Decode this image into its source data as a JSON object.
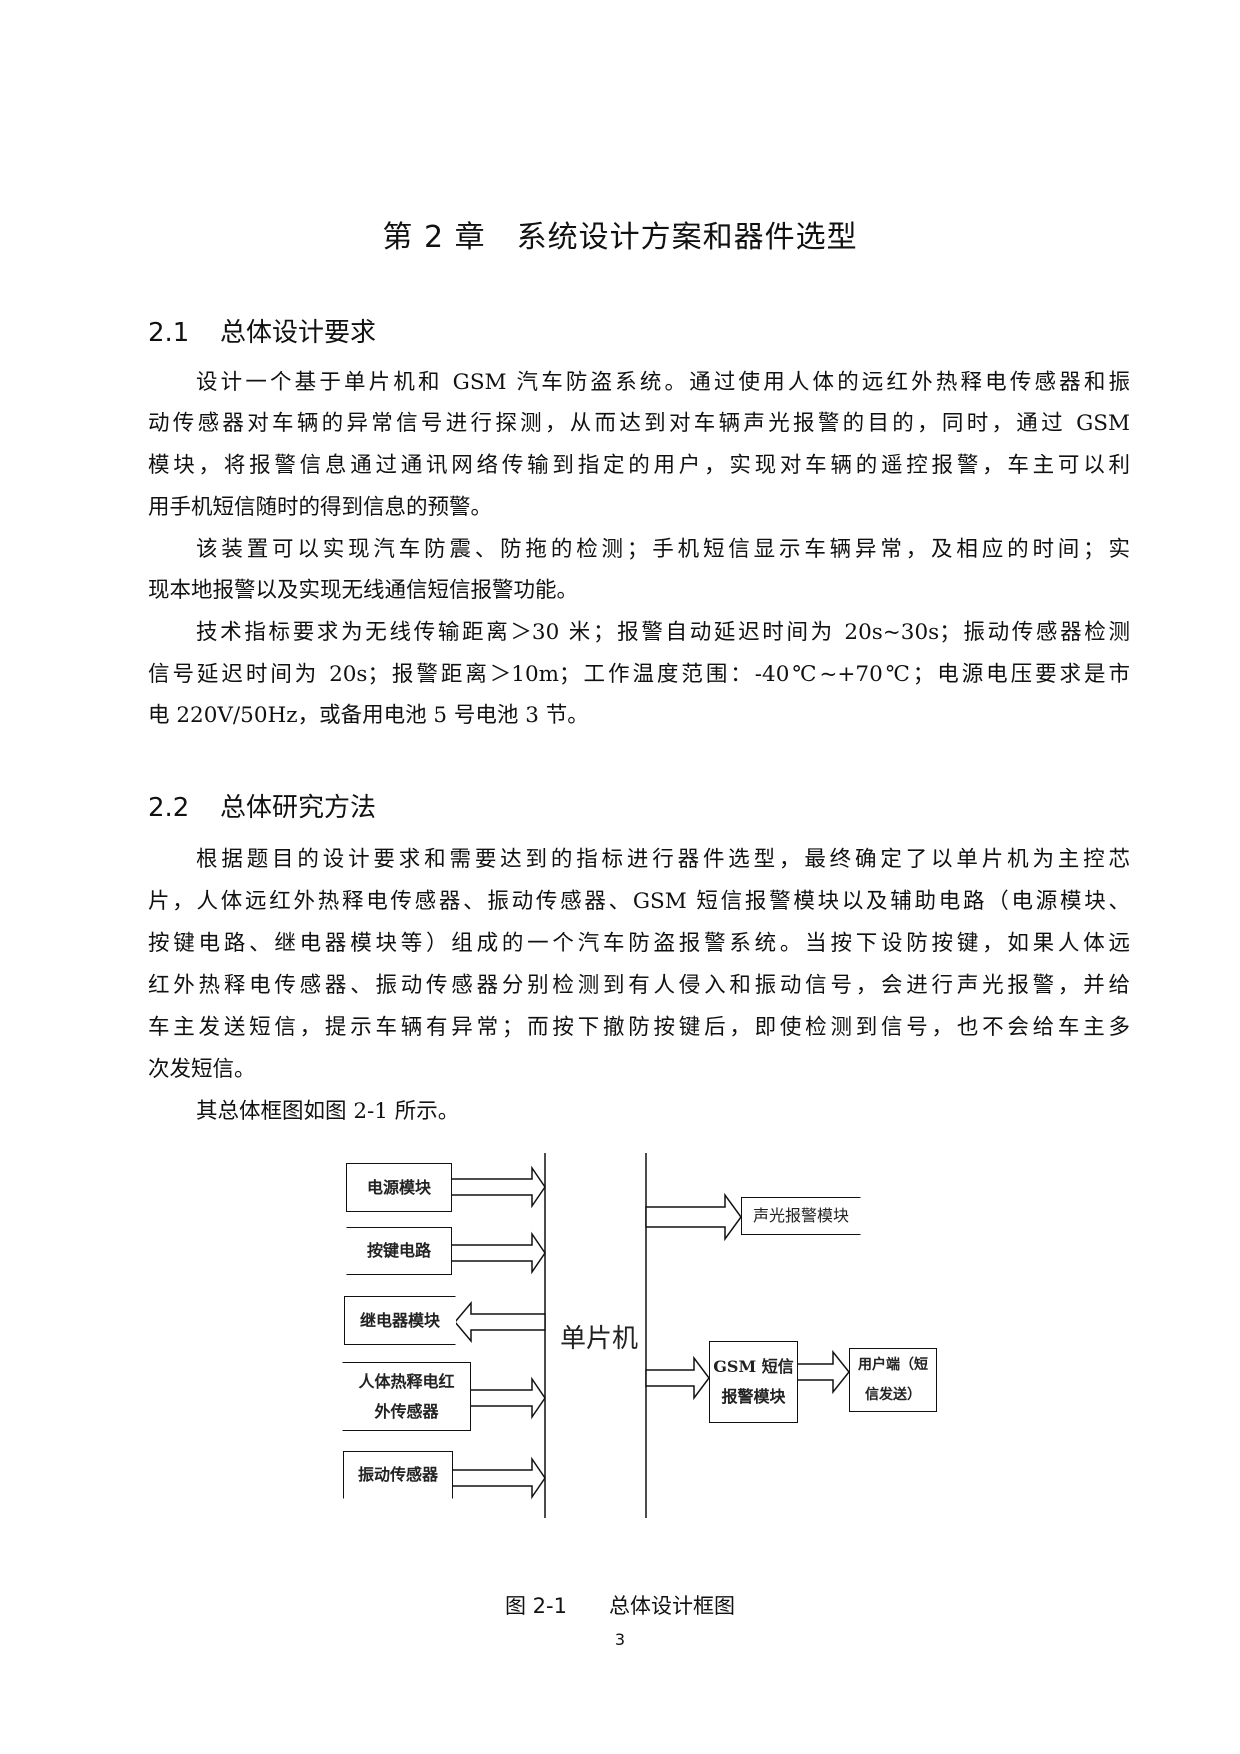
{
  "chapter_title": "第 2 章　系统设计方案和器件选型",
  "sections": [
    {
      "number": "2.1",
      "title": "总体设计要求",
      "paragraphs": [
        {
          "lines": [
            "设计一个基于单片机和 GSM 汽车防盗系统。通过使用人体的远红外热释电传感器和振",
            "动传感器对车辆的异常信号进行探测，从而达到对车辆声光报警的目的，同时，通过 GSM",
            "模块，将报警信息通过通讯网络传输到指定的用户，实现对车辆的遥控报警，车主可以利",
            "用手机短信随时的得到信息的预警。"
          ]
        },
        {
          "lines": [
            "该装置可以实现汽车防震、防拖的检测；手机短信显示车辆异常，及相应的时间；实",
            "现本地报警以及实现无线通信短信报警功能。"
          ]
        },
        {
          "lines": [
            "技术指标要求为无线传输距离＞30 米；报警自动延迟时间为 20s~30s；振动传感器检测",
            "信号延迟时间为 20s；报警距离＞10m；工作温度范围：-40℃~+70℃；电源电压要求是市",
            "电 220V/50Hz，或备用电池 5 号电池 3 节。"
          ]
        }
      ]
    },
    {
      "number": "2.2",
      "title": "总体研究方法",
      "paragraphs": [
        {
          "lines": [
            "根据题目的设计要求和需要达到的指标进行器件选型，最终确定了以单片机为主控芯",
            "片，人体远红外热释电传感器、振动传感器、GSM 短信报警模块以及辅助电路（电源模块、",
            "按键电路、继电器模块等）组成的一个汽车防盗报警系统。当按下设防按键，如果人体远",
            "红外热释电传感器、振动传感器分别检测到有人侵入和振动信号，会进行声光报警，并给",
            "车主发送短信，提示车辆有异常；而按下撤防按键后，即使检测到信号，也不会给车主多",
            "次发短信。"
          ]
        },
        {
          "lines": [
            "其总体框图如图 2-1 所示。"
          ]
        }
      ]
    }
  ],
  "figure": {
    "type": "block-diagram",
    "center_block": "单片机",
    "inputs": [
      {
        "label": "电源模块",
        "direction": "to-mcu"
      },
      {
        "label": "按键电路",
        "direction": "to-mcu"
      },
      {
        "label": "继电器模块",
        "direction": "from-mcu"
      },
      {
        "label_lines": [
          "人体热释电红",
          "外传感器"
        ],
        "direction": "to-mcu"
      },
      {
        "label": "振动传感器",
        "direction": "to-mcu"
      }
    ],
    "outputs": [
      {
        "label": "声光报警模块",
        "direction": "from-mcu"
      },
      {
        "label_lines": [
          "GSM 短信",
          "报警模块"
        ],
        "direction": "from-mcu"
      },
      {
        "label_lines": [
          "用户端（短",
          "信发送）"
        ],
        "direction": "from-gsm"
      }
    ],
    "caption": "图 2-1　　总体设计框图"
  },
  "page_number": "3"
}
